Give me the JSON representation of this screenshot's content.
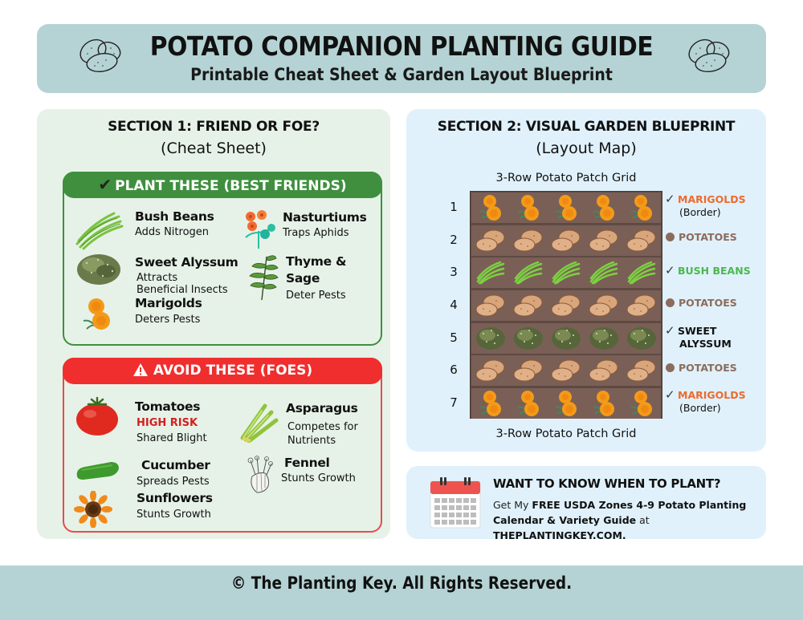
{
  "header": {
    "title": "POTATO COMPANION PLANTING GUIDE",
    "subtitle": "Printable Cheat Sheet & Garden Layout Blueprint",
    "left_icon": "potato-sketch-icon",
    "right_icon": "potato-sketch-icon"
  },
  "section1": {
    "title": "SECTION 1: FRIEND OR FOE?",
    "subtitle": "(Cheat Sheet)",
    "friends": {
      "header_icon": "checkmark-icon",
      "header": "PLANT THESE (BEST FRIENDS)",
      "color": "#3f8f3f",
      "items": [
        {
          "name": "Bush Beans",
          "desc": "Adds Nitrogen",
          "icon": "green-beans-icon"
        },
        {
          "name": "Nasturtiums",
          "desc": "Traps Aphids",
          "icon": "nasturtium-flower-icon"
        },
        {
          "name": "Sweet Alyssum",
          "desc1": "Attracts",
          "desc2": "Beneficial Insects",
          "icon": "alyssum-shrub-icon"
        },
        {
          "name1": "Thyme &",
          "name2": "Sage",
          "desc": "Deter Pests",
          "icon": "herb-leaf-icon"
        },
        {
          "name": "Marigolds",
          "desc": "Deters Pests",
          "icon": "marigold-flower-icon"
        }
      ]
    },
    "foes": {
      "header_icon": "warning-icon",
      "header": "AVOID THESE (FOES)",
      "color": "#f02e2e",
      "items": [
        {
          "name": "Tomatoes",
          "risk": "HIGH RISK",
          "desc": "Shared Blight",
          "icon": "tomato-icon"
        },
        {
          "name": "Asparagus",
          "desc1": "Competes for",
          "desc2": "Nutrients",
          "icon": "asparagus-icon"
        },
        {
          "name": "Cucumber",
          "desc": "Spreads Pests",
          "icon": "cucumber-icon"
        },
        {
          "name": "Fennel",
          "desc": "Stunts Growth",
          "icon": "fennel-icon"
        },
        {
          "name": "Sunflowers",
          "desc": "Stunts Growth",
          "icon": "sunflower-icon"
        }
      ]
    }
  },
  "section2": {
    "title": "SECTION 2: VISUAL GARDEN BLUEPRINT",
    "subtitle": "(Layout Map)",
    "grid_caption_top": "3-Row Potato Patch Grid",
    "grid_caption_bottom": "3-Row Potato Patch Grid",
    "rows": [
      {
        "num": "1",
        "plant": "marigold",
        "marker": "check",
        "label": "MARIGOLDS",
        "sub": "(Border)",
        "color": "#ee6a2c"
      },
      {
        "num": "2",
        "plant": "potato",
        "marker": "dot",
        "label": "POTATOES",
        "color": "#8c6b5c"
      },
      {
        "num": "3",
        "plant": "bean",
        "marker": "check",
        "label": "BUSH  BEANS",
        "color": "#4cb84c"
      },
      {
        "num": "4",
        "plant": "potato",
        "marker": "dot",
        "label": "POTATOES",
        "color": "#8c6b5c"
      },
      {
        "num": "5",
        "plant": "alyssum",
        "marker": "check",
        "label": "SWEET",
        "label2": "ALYSSUM",
        "color": "#111111"
      },
      {
        "num": "6",
        "plant": "potato",
        "marker": "dot",
        "label": "POTATOES",
        "color": "#8c6b5c"
      },
      {
        "num": "7",
        "plant": "marigold",
        "marker": "check",
        "label": "MARIGOLDS",
        "sub": "(Border)",
        "color": "#ee6a2c"
      }
    ]
  },
  "cta": {
    "icon": "calendar-icon",
    "title": "WANT TO KNOW WHEN TO PLANT?",
    "body_prefix": "Get My ",
    "body_bold1": "FREE USDA Zones 4-9 Potato Planting Calendar & Variety Guide",
    "body_mid": " at ",
    "body_bold2": "THEPLANTINGKEY.COM."
  },
  "footer": {
    "copyright": "© The Planting Key. All Rights Reserved."
  },
  "colors": {
    "header_bg": "#b5d3d4",
    "section1_bg": "#e6f2e8",
    "section2_bg": "#e0f1fb",
    "friends_green": "#3f8f3f",
    "foes_red": "#f02e2e",
    "soil": "#7a5f56"
  }
}
